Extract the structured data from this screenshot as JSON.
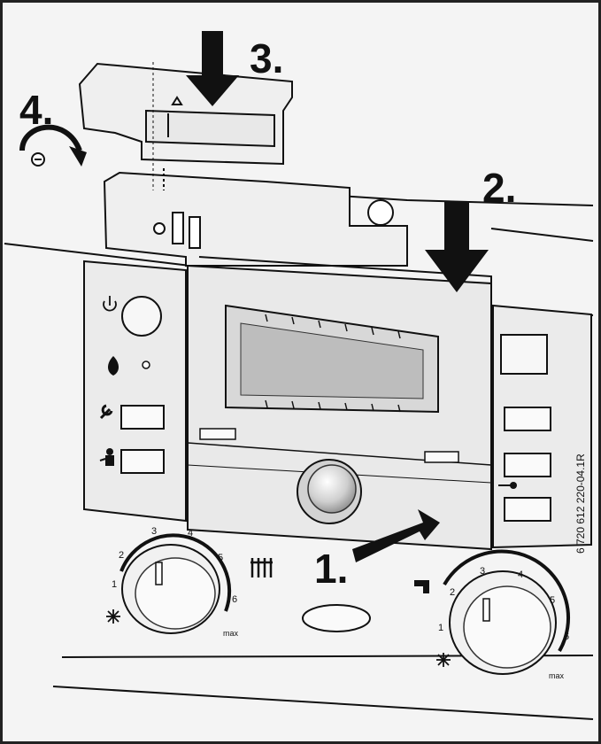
{
  "steps": {
    "step1": "1.",
    "step2": "2.",
    "step3": "3.",
    "step4": "4."
  },
  "left_dial": {
    "numbers": [
      "1",
      "2",
      "3",
      "4",
      "5",
      "6"
    ],
    "max": "max"
  },
  "right_dial": {
    "numbers": [
      "1",
      "2",
      "3",
      "4",
      "5",
      "6"
    ],
    "max": "max"
  },
  "document_code": "6 720 612 220-04.1R",
  "colors": {
    "ink": "#111111",
    "panel": "#e6e6e6",
    "display": "#bdbdbd",
    "background": "#f4f4f4"
  }
}
